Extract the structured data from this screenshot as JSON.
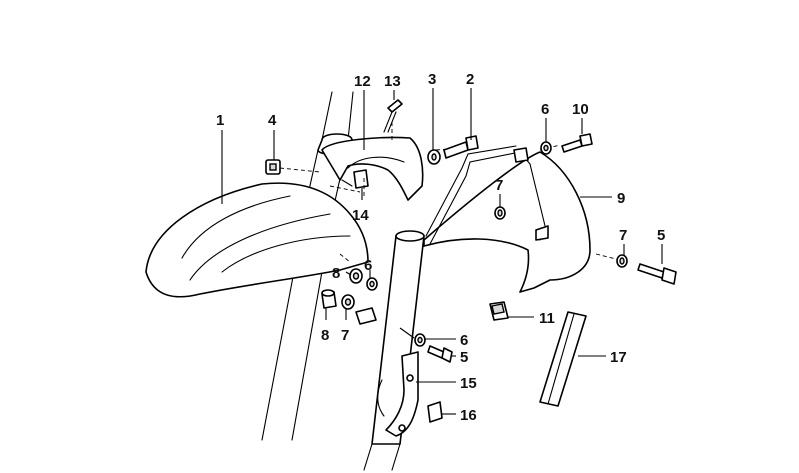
{
  "callouts": [
    {
      "id": "c1",
      "label": "1"
    },
    {
      "id": "c2",
      "label": "2"
    },
    {
      "id": "c3",
      "label": "3"
    },
    {
      "id": "c4",
      "label": "4"
    },
    {
      "id": "c5a",
      "label": "5"
    },
    {
      "id": "c5b",
      "label": "5"
    },
    {
      "id": "c6a",
      "label": "6"
    },
    {
      "id": "c6b",
      "label": "6"
    },
    {
      "id": "c6c",
      "label": "6"
    },
    {
      "id": "c7a",
      "label": "7"
    },
    {
      "id": "c7b",
      "label": "7"
    },
    {
      "id": "c7c",
      "label": "7"
    },
    {
      "id": "c8a",
      "label": "8"
    },
    {
      "id": "c8b",
      "label": "8"
    },
    {
      "id": "c9",
      "label": "9"
    },
    {
      "id": "c10",
      "label": "10"
    },
    {
      "id": "c11",
      "label": "11"
    },
    {
      "id": "c12",
      "label": "12"
    },
    {
      "id": "c13",
      "label": "13"
    },
    {
      "id": "c14",
      "label": "14"
    },
    {
      "id": "c15",
      "label": "15"
    },
    {
      "id": "c16",
      "label": "16"
    },
    {
      "id": "c17",
      "label": "17"
    }
  ]
}
